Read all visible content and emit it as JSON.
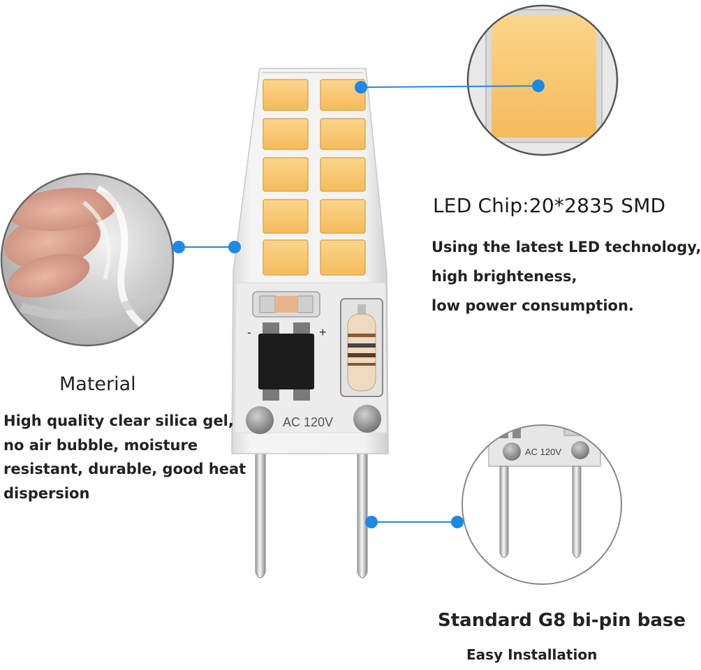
{
  "led_chip": {
    "title": "LED Chip:20*2835 SMD",
    "lines": [
      "Using the latest LED technology,",
      "high brighteness,",
      "low power consumption."
    ]
  },
  "material": {
    "title": "Material",
    "lines": [
      "High quality clear silica gel,",
      "no air bubble, moisture",
      "resistant, durable, good heat",
      "dispersion"
    ]
  },
  "base": {
    "title": "Standard G8 bi-pin base",
    "subtitle": "Easy Installation"
  },
  "bulb": {
    "voltage_label": "AC 120V",
    "minus": "-",
    "plus": "+"
  },
  "inset_base": {
    "voltage_label": "AC 120V"
  },
  "colors": {
    "callout_blue": "#1e88e5",
    "led_amber": "#f9c870",
    "silicone": "#eeeeee"
  }
}
